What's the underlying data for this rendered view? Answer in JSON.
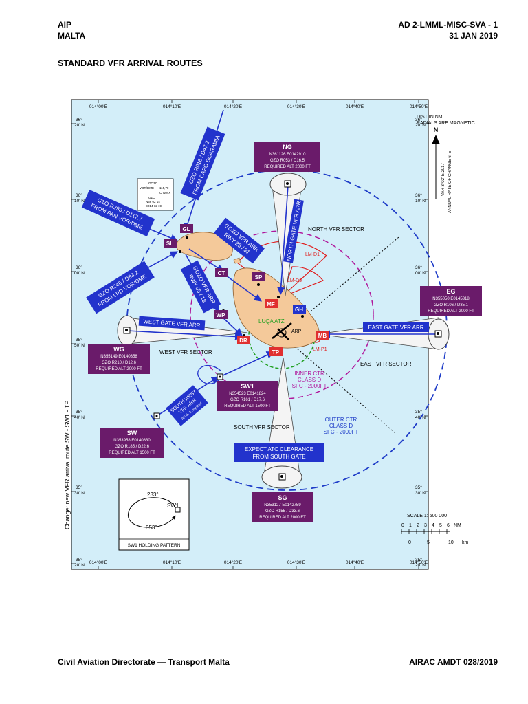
{
  "header": {
    "left_line1": "AIP",
    "left_line2": "MALTA",
    "right_line1": "AD 2-LMML-MISC-SVA - 1",
    "right_line2": "31 JAN 2019",
    "title": "STANDARD VFR ARRIVAL ROUTES"
  },
  "footer": {
    "left": "Civil Aviation Directorate — Transport Malta",
    "right": "AIRAC AMDT 028/2019"
  },
  "side_note": "Change: new VFR arrival route SW - SW1 - TP",
  "map": {
    "lon_labels": [
      "014°00'E",
      "014°10'E",
      "014°20'E",
      "014°30'E",
      "014°40'E",
      "014°50'E"
    ],
    "lat_labels": [
      [
        "36°",
        "20' N"
      ],
      [
        "36°",
        "10' N"
      ],
      [
        "36°",
        "00' N"
      ],
      [
        "35°",
        "50' N"
      ],
      [
        "35°",
        "40' N"
      ],
      [
        "35°",
        "30' N"
      ],
      [
        "35°",
        "20' N"
      ]
    ],
    "notes": [
      "DIST IN NM",
      "RADIALS ARE MAGNETIC"
    ],
    "north": "N",
    "var_text": "VAR 3°02' E 2017",
    "var_text2": "ANNUAL RATE OF CHANGE 6' E",
    "sectors": {
      "north": "NORTH VFR SECTOR",
      "west": "WEST VFR SECTOR",
      "east": "EAST VFR SECTOR",
      "south": "SOUTH VFR SECTOR"
    },
    "inner_ctr": [
      "INNER CTR",
      "CLASS D",
      "SFC - 2000FT"
    ],
    "outer_ctr": [
      "OUTER CTR",
      "CLASS D",
      "SFC - 2000FT"
    ],
    "luqa_atz": "LUQA ATZ",
    "arp": "ARP",
    "areas": [
      "LM-D1",
      "LM-D6",
      "LM-P1"
    ],
    "routes": {
      "north_gate": "NORTH GATE VFR ARR",
      "west_gate": "WEST GATE VFR ARR",
      "east_gate": "EAST GATE VFR ARR",
      "gozo_rwy": [
        "GOZO VFR ARR",
        "RWY 25 / 31"
      ],
      "gozo_rwy2": [
        "GOZO VFR ARR",
        "RWY 05 / 13"
      ],
      "capo": [
        "GZO R016 / D47.2",
        "FROM CAPO SCARAMIA"
      ],
      "pan": [
        "GZO R293 / D117.7",
        "FROM PAN VOR/DME"
      ],
      "lpd": [
        "GZO R246 / D83.2",
        "FROM LPD VOR/DME"
      ],
      "south_west": [
        "SOUTH WEST",
        "VFR ARR",
        "RNAV 5 required"
      ],
      "south_gate": [
        "EXPECT ATC CLEARANCE",
        "FROM SOUTH GATE"
      ]
    },
    "gozo_box": [
      "GOZO",
      "VOR/DME",
      "115,70",
      "Ch104X",
      "GZO",
      "N36 02 14",
      "E014 12 19"
    ],
    "points": {
      "NG": {
        "name": "NG",
        "coord": "N361126 E0142910",
        "radial": "GZO R053 / D16.5",
        "alt": "REQUIRED ALT 2000 FT"
      },
      "EG": {
        "name": "EG",
        "coord": "N355050 E0145318",
        "radial": "GZO R106 / D35.1",
        "alt": "REQUIRED ALT 2000 FT"
      },
      "WG": {
        "name": "WG",
        "coord": "N355149 E0140358",
        "radial": "GZO R210 / D12.6",
        "alt": "REQUIRED ALT 2000 FT"
      },
      "SW1": {
        "name": "SW1",
        "coord": "N354523 E0141824",
        "radial": "GZO R161 / D17.6",
        "alt": "REQUIRED ALT 1500 FT"
      },
      "SW": {
        "name": "SW",
        "coord": "N353958 E0140830",
        "radial": "GZO R185 / D22.6",
        "alt": "REQUIRED ALT 1500 FT"
      },
      "SG": {
        "name": "SG",
        "coord": "N353127 E0142759",
        "radial": "GZO R155 / D33.6",
        "alt": "REQUIRED ALT 2000 FT"
      }
    },
    "waypoints": [
      "GL",
      "SL",
      "CT",
      "SP",
      "WP",
      "MF",
      "GH",
      "DR",
      "TP",
      "MB"
    ],
    "inset": {
      "label": "SW1 HOLDING PATTERN",
      "point": "SW1",
      "in": "233°",
      "out": "053°"
    },
    "scale": {
      "title": "SCALE 1: 600 000",
      "nm_ticks": [
        "0",
        "1",
        "2",
        "3",
        "4",
        "5",
        "6"
      ],
      "nm": "NM",
      "km_ticks": [
        "0",
        "5",
        "10"
      ],
      "km": "km"
    }
  }
}
